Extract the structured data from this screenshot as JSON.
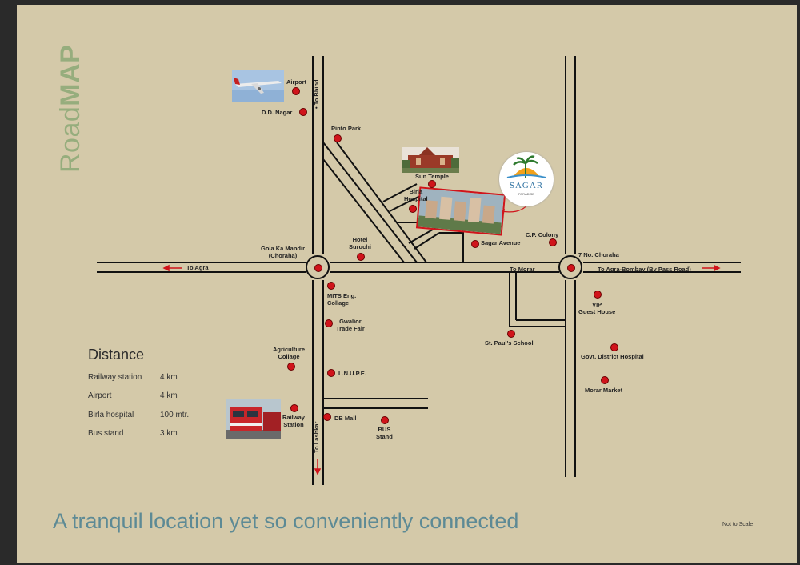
{
  "title": {
    "light": "Road",
    "bold": "MAP"
  },
  "roads": {
    "to_agra": "To Agra",
    "to_bhind": "• To Bhind",
    "to_lashkar": "To Lashkar",
    "to_morar": "To Morar",
    "to_agra_bombay": "To Agra-Bombay (By Pass Road)"
  },
  "places": {
    "airport": "Airport",
    "dd_nagar": "D.D. Nagar",
    "pinto_park": "Pinto Park",
    "sun_temple": "Sun Temple",
    "birla_hospital_1": "Birla",
    "birla_hospital_2": "Hospital",
    "hotel_1": "Hotel",
    "hotel_2": "Suruchi",
    "gola_1": "Gola Ka Mandir",
    "gola_2": "(Choraha)",
    "sagar_avenue": "Sagar Avenue",
    "cp_colony": "C.P. Colony",
    "choraha_7": "7 No. Choraha",
    "mits_1": "MITS Eng.",
    "mits_2": "Collage",
    "gwalior_1": "Gwalior",
    "gwalior_2": "Trade Fair",
    "agri_1": "Agriculture",
    "agri_2": "Collage",
    "lnupe": "L.N.U.P.E.",
    "rail_1": "Railway",
    "rail_2": "Station",
    "db_mall": "DB Mall",
    "bus_1": "BUS",
    "bus_2": "Stand",
    "st_paul": "St. Paul's School",
    "vip_1": "VIP",
    "vip_2": "Guest House",
    "govt_hosp": "Govt. District Hospital",
    "morar_market": "Morar Market"
  },
  "logo": {
    "name": "SAGAR",
    "sub": "PARADISE"
  },
  "distance": {
    "title": "Distance",
    "rows": [
      {
        "place": "Railway station",
        "value": "4 km"
      },
      {
        "place": "Airport",
        "value": "4 km"
      },
      {
        "place": "Birla hospital",
        "value": "100 mtr."
      },
      {
        "place": "Bus stand",
        "value": "3 km"
      }
    ]
  },
  "tagline": "A tranquil location yet so conveniently connected",
  "note": "Not to Scale",
  "colors": {
    "background": "#d4c9a9",
    "road": "#111111",
    "marker": "#d0141b",
    "title": "#96ad7d",
    "tagline": "#5d8a95"
  }
}
